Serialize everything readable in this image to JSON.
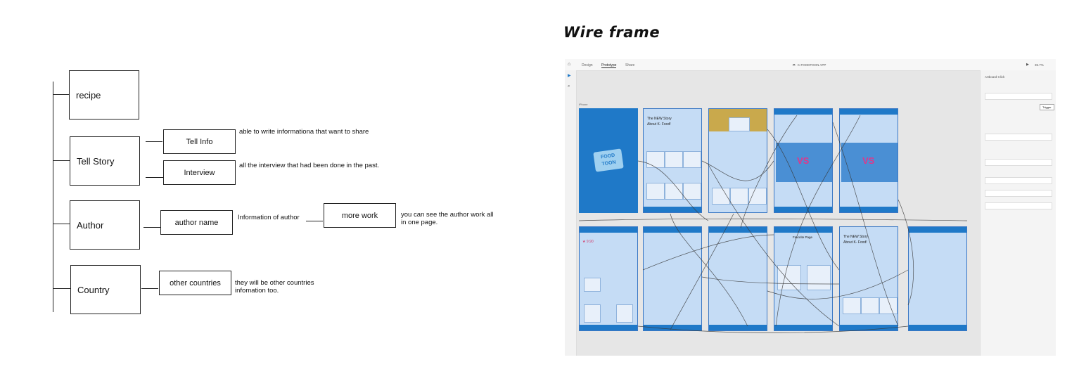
{
  "sitemap": {
    "recipe": "recipe",
    "tell_story": "Tell Story",
    "tell_info": "Tell Info",
    "tell_info_note": "able to write informationa that want to share",
    "interview": "Interview",
    "interview_note": "all the interview that had been done in the past.",
    "author": "Author",
    "author_name": "author name",
    "author_info_note": "Information of author",
    "more_work": "more work",
    "more_work_note_1": "you can see the author work all",
    "more_work_note_2": "in one page.",
    "country": "Country",
    "other_countries": "other countries",
    "other_countries_note_1": "they will be other countries",
    "other_countries_note_2": "infomation too."
  },
  "wireframe": {
    "title": "Wire frame",
    "tabs": [
      "Design",
      "Prototype",
      "Share"
    ],
    "active_tab": "Prototype",
    "doc_name": "K-FOODTOON APP",
    "zoom": "35.7%",
    "logo_text_1": "FOOD",
    "logo_text_2": "TOON",
    "story_title_1": "The NEW Story",
    "story_title_2": "About K- Food!",
    "vs_text": "VS",
    "rating": "★ 9.90",
    "favorite_page": "Favorite Page",
    "side_panel_title": "Artboard Click",
    "side_tooltip": "Trigger",
    "colors": {
      "accent_blue": "#1f79c8",
      "artboard_fill": "#c5dcf5",
      "canvas": "#e6e6e6"
    }
  }
}
